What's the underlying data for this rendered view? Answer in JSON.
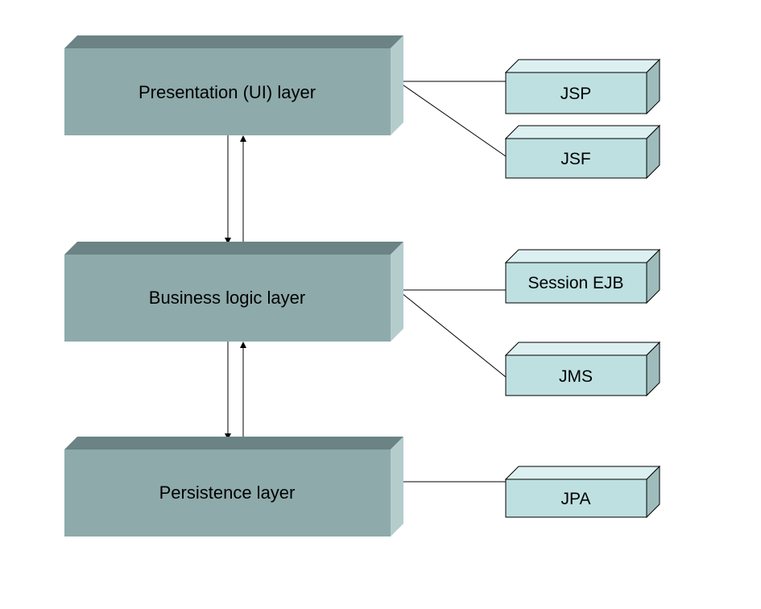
{
  "colors": {
    "layer_front": "#8eaaab",
    "layer_top": "#6b8384",
    "layer_side": "#b5cccd",
    "tech_front": "#bee0e1",
    "tech_top": "#ddf0f1",
    "tech_side": "#9fbcbd",
    "line": "#000000",
    "background": "#ffffff"
  },
  "layers": [
    {
      "id": "presentation",
      "label": "Presentation (UI) layer"
    },
    {
      "id": "business",
      "label": "Business logic layer"
    },
    {
      "id": "persistence",
      "label": "Persistence layer"
    }
  ],
  "technologies": [
    {
      "id": "jsp",
      "label": "JSP",
      "layer": "presentation"
    },
    {
      "id": "jsf",
      "label": "JSF",
      "layer": "presentation"
    },
    {
      "id": "session-ejb",
      "label": "Session EJB",
      "layer": "business"
    },
    {
      "id": "jms",
      "label": "JMS",
      "layer": "business"
    },
    {
      "id": "jpa",
      "label": "JPA",
      "layer": "persistence"
    }
  ],
  "flows": [
    {
      "from": "presentation",
      "to": "business"
    },
    {
      "from": "business",
      "to": "presentation"
    },
    {
      "from": "business",
      "to": "persistence"
    },
    {
      "from": "persistence",
      "to": "business"
    }
  ]
}
